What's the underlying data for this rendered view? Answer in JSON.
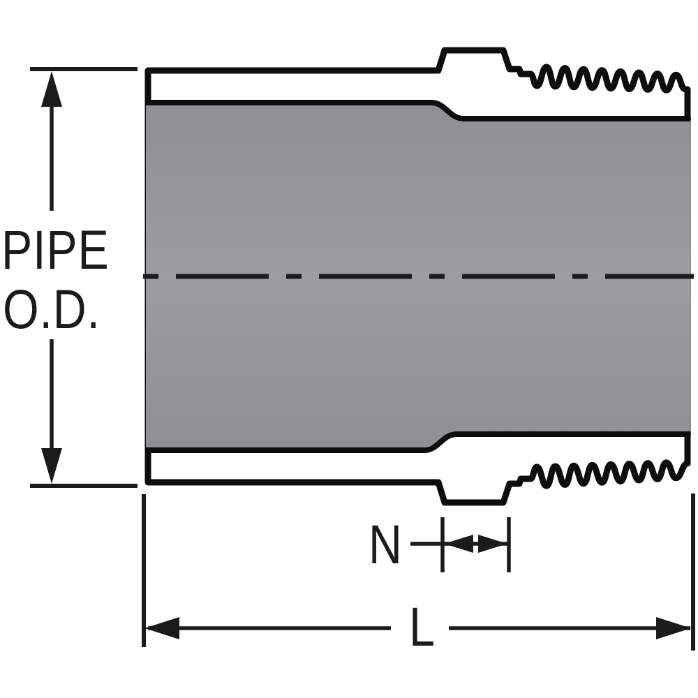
{
  "diagram": {
    "title": "Pipe fitting dimension drawing (socket x male threaded adapter, side section view)",
    "labels": {
      "pipe_od_line1": "PIPE",
      "pipe_od_line2": "O.D.",
      "n_dim": "N",
      "l_dim": "L"
    },
    "colors": {
      "background": "#ffffff",
      "outline": "#0d0d0d",
      "body_light_gray": "#97999d",
      "body_dark_gray": "#636569",
      "dimension_lines": "#1b1b1b"
    }
  }
}
